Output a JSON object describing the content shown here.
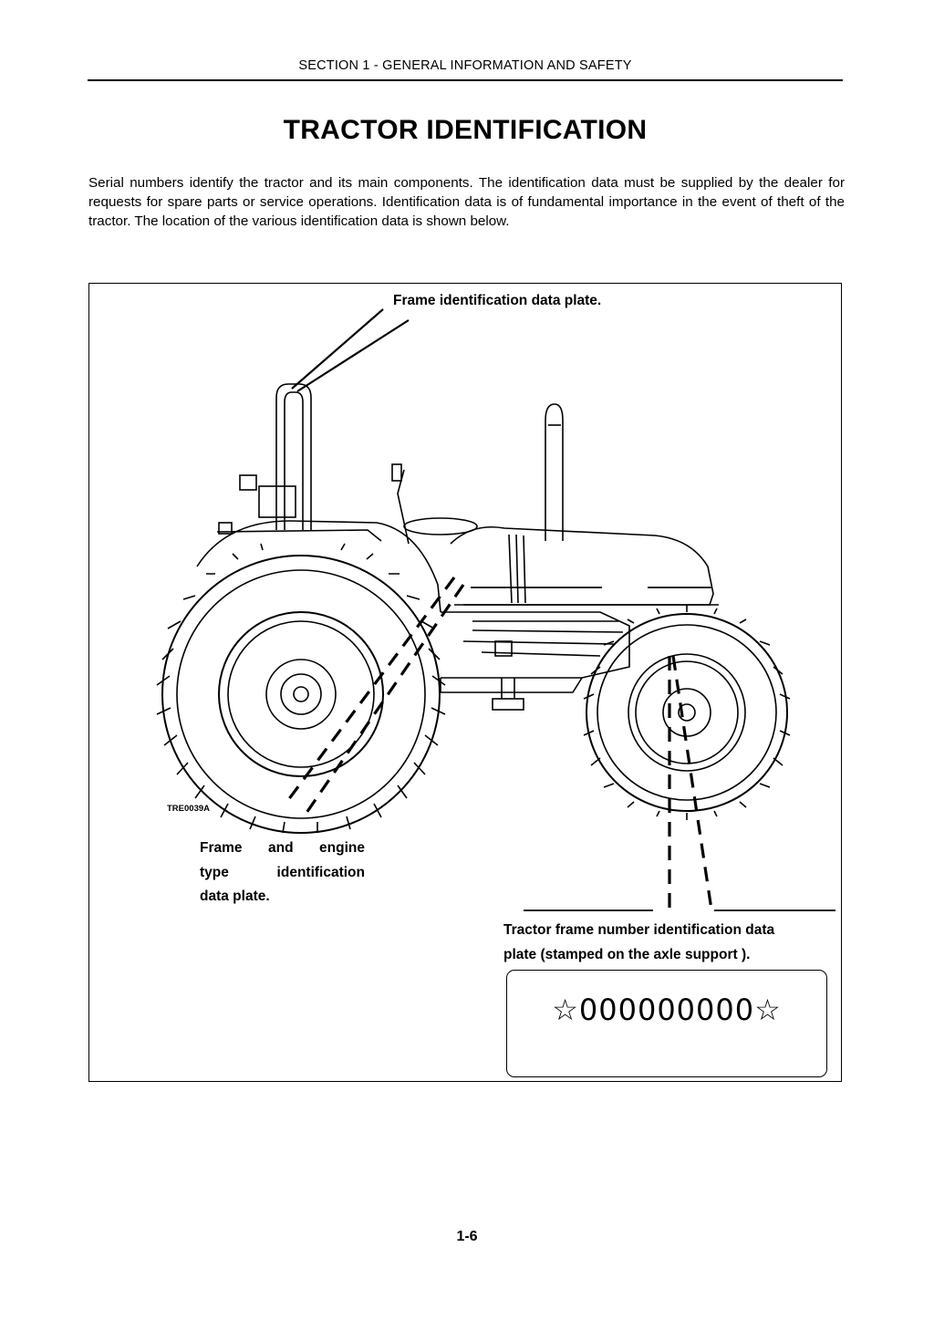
{
  "header": {
    "section": "SECTION 1 - GENERAL INFORMATION AND SAFETY"
  },
  "title": "TRACTOR IDENTIFICATION",
  "intro": "Serial numbers identify the tractor and its main components. The identification data must be supplied by the dealer for requests for spare parts or service operations. Identification data is of fundamental importance in the event of theft of the tractor. The location of the various identification data is shown below.",
  "figure": {
    "label_frame_plate": "Frame identification data plate.",
    "figure_code": "TRE0039A",
    "label_engine_line1": "Frame and engine",
    "label_engine_line2": "type identification",
    "label_engine_line3": "data plate.",
    "label_serial_line1": "Tractor frame number identification data",
    "label_serial_line2": "plate (stamped on the axle support ).",
    "serial_number": "☆000000000☆"
  },
  "page_number": "1-6"
}
